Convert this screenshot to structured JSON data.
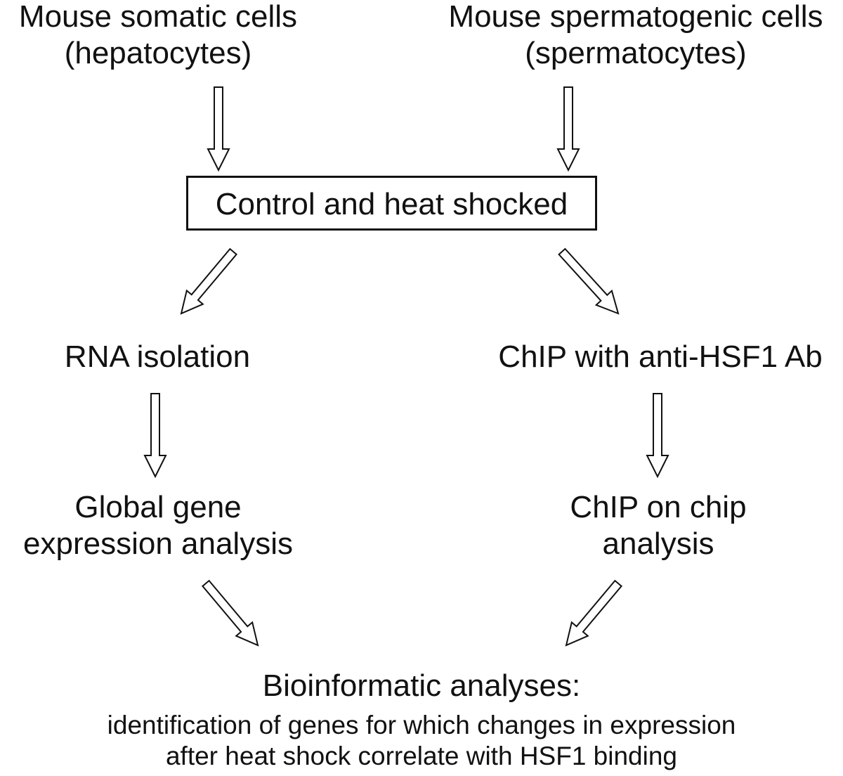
{
  "nodes": {
    "somatic": {
      "line1": "Mouse somatic cells",
      "line2": "(hepatocytes)"
    },
    "spermatogenic": {
      "line1": "Mouse spermatogenic cells",
      "line2": "(spermatocytes)"
    },
    "treatment": {
      "label": "Control and heat shocked"
    },
    "rna": {
      "label": "RNA isolation"
    },
    "chip": {
      "label": "ChIP with anti-HSF1 Ab"
    },
    "expression": {
      "line1": "Global gene",
      "line2": "expression analysis"
    },
    "chip_chip": {
      "line1": "ChIP on chip",
      "line2": "analysis"
    },
    "bioinfo": {
      "title": "Bioinformatic analyses:",
      "line2": "identification of genes for which changes in expression",
      "line3": "after heat shock correlate with HSF1 binding"
    }
  },
  "edges": [
    {
      "from": "somatic",
      "to": "treatment"
    },
    {
      "from": "spermatogenic",
      "to": "treatment"
    },
    {
      "from": "treatment",
      "to": "rna"
    },
    {
      "from": "treatment",
      "to": "chip"
    },
    {
      "from": "rna",
      "to": "expression"
    },
    {
      "from": "chip",
      "to": "chip_chip"
    },
    {
      "from": "expression",
      "to": "bioinfo"
    },
    {
      "from": "chip_chip",
      "to": "bioinfo"
    }
  ]
}
